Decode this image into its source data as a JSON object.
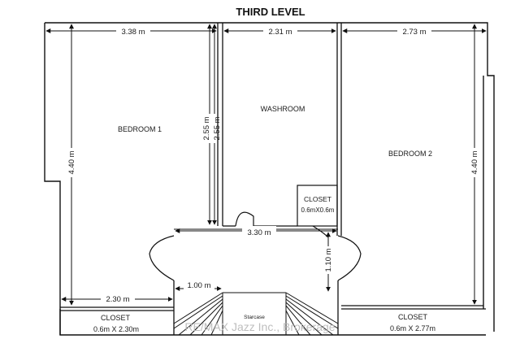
{
  "title": "THIRD LEVEL",
  "rooms": {
    "bedroom1": "BEDROOM 1",
    "washroom": "WASHROOM",
    "bedroom2": "BEDROOM 2",
    "closet_small": "CLOSET",
    "closet_small_size": "0.6mX0.6m",
    "closet_left": "CLOSET",
    "closet_left_size": "0.6m X 2.30m",
    "closet_right": "CLOSET",
    "closet_right_size": "0.6m X 2.77m",
    "staircase": "Starcase"
  },
  "dimensions": {
    "top_left": "3.38 m",
    "top_mid": "2.31 m",
    "top_right": "2.73 m",
    "left_height": "4.40 m",
    "mid_height_a": "2.55 m",
    "mid_height_b": "2.55 m",
    "right_height": "4.40 m",
    "hall_width": "3.30 m",
    "hall_depth": "1.10 m",
    "stair_offset": "1.00 m",
    "bottom_left": "2.30 m"
  },
  "watermark": "RE/MAX Jazz Inc., Brokerage"
}
